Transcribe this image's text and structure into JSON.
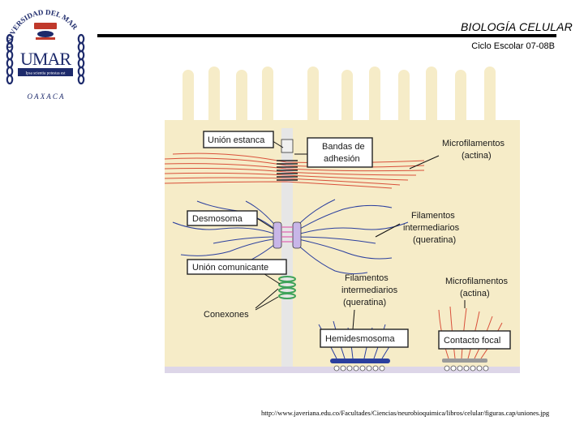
{
  "header": {
    "title": "BIOLOGÍA CELULAR",
    "subtitle": "Ciclo Escolar 07-08B"
  },
  "logo": {
    "arc_text": "UNIVERSIDAD DEL MAR",
    "letters": "UMAR",
    "motto": "Ipsa scientia potestas est",
    "city": "O A X A C A"
  },
  "diagram": {
    "labels": {
      "union_estanca": "Unión estanca",
      "bandas_1": "Bandas de",
      "bandas_2": "adhesión",
      "microfil_top_1": "Microfilamentos",
      "microfil_top_2": "(actina)",
      "desmosoma": "Desmosoma",
      "filamentos_r_1": "Filamentos",
      "filamentos_r_2": "intermediarios",
      "filamentos_r_3": "(queratina)",
      "union_comunicante": "Unión comunicante",
      "conexones": "Conexones",
      "filamentos_b_1": "Filamentos",
      "filamentos_b_2": "intermediarios",
      "filamentos_b_3": "(queratina)",
      "microfil_b_1": "Microfilamentos",
      "microfil_b_2": "(actina)",
      "hemidesmosoma": "Hemidesmosoma",
      "contacto_focal": "Contacto focal"
    },
    "colors": {
      "cytoplasm": "#f6ecc8",
      "membrane": "#e3e3e3",
      "actin": "#d9503a",
      "keratin": "#2b3f9e",
      "connexon": "#3fa35a",
      "desmosome": "#c8b6e8"
    }
  },
  "footer": {
    "source": "http://www.javeriana.edu.co/Facultades/Ciencias/neurobioquimica/libros/celular/figuras.cap/uniones.jpg"
  }
}
